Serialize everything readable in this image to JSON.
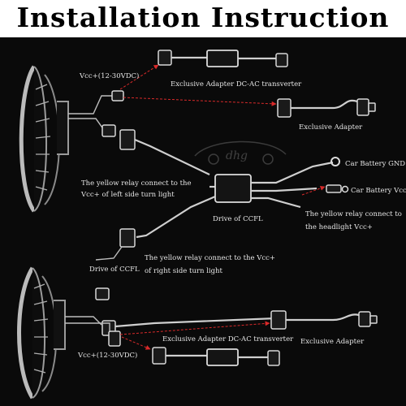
{
  "title": "Installation Instruction",
  "watermark": "dhg",
  "labels": {
    "vcc_top": "Vcc+(12-30VDC)",
    "adapter_top": "Exclusive Adapter DC-AC  transverter",
    "exclusive_adapter_top": "Exclusive Adapter",
    "yellow_left_1": "The yellow relay connect to the",
    "yellow_left_2": "Vcc+ of left side turn light",
    "battery_gnd": "Car Battery GND",
    "battery_vcc": "Car Battery Vcc+",
    "drive_ccfl_center": "Drive of CCFL",
    "yellow_headlight_1": "The yellow relay connect to",
    "yellow_headlight_2": "the headlight Vcc+",
    "yellow_right_1": "The yellow relay connect to the Vcc+",
    "yellow_right_2": "of right side turn light",
    "drive_ccfl_left": "Drive of CCFL",
    "adapter_bottom": "Exclusive Adapter DC-AC  transverter",
    "exclusive_adapter_bottom": "Exclusive Adapter",
    "vcc_bottom": "Vcc+(12-30VDC)"
  },
  "colors": {
    "background": "#0a0a0a",
    "title_bg": "#ffffff",
    "arrow": "#d92a2a",
    "wire": "#cfcfcf"
  }
}
